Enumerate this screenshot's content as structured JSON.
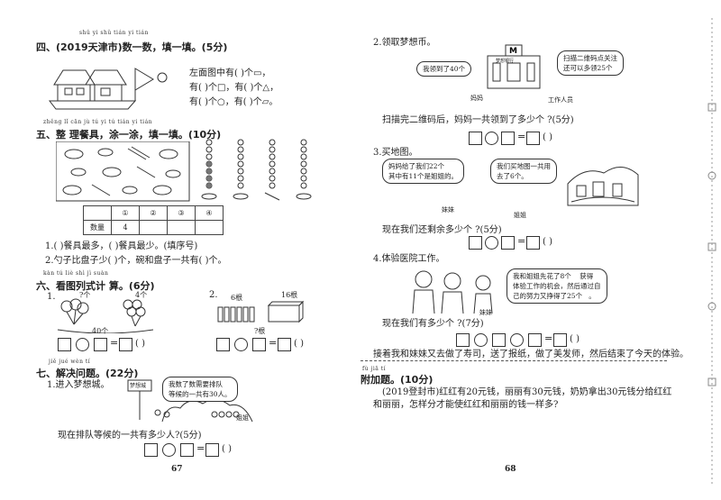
{
  "left": {
    "s4": {
      "pinyin": "shǔ yi shǔ   tián yi tián",
      "title": "四、(2019天津市)数一数，填一填。(5分)",
      "q1": "左面图中有(    )个▭，",
      "q2": "有(    )个□，有(    )个△，",
      "q3": "有(    )个○，有(    )个▱。"
    },
    "s5": {
      "pinyin": "zhěng  lǐ cān jù     tú yi tú   tián yi tián",
      "title": "五、整 理餐具，涂一涂，填一填。(10分)",
      "table_header": [
        "",
        "①",
        "②",
        "③",
        "④"
      ],
      "table_row_label": "数量",
      "table_row_value": "4",
      "q1": "1.(    )餐具最多，(    )餐具最少。(填序号)",
      "q2": "2.勺子比盘子少(    )个，碗和盘子一共有(    )个。"
    },
    "s6": {
      "pinyin": "kàn tú liè shì jì  suàn",
      "title": "六、看图列式计 算。(6分)",
      "p1_num": "1.",
      "p1_top1": "?个",
      "p1_top2": "4个",
      "p1_bottom": "40个",
      "p2_num": "2.",
      "p2_label1": "6根",
      "p2_label2": "16根",
      "p2_q": "?根",
      "paren": "(    )"
    },
    "s7": {
      "pinyin": "jiě jué wèn tí",
      "title": "七、解决问题。(22分)",
      "q1": "1.进入梦想城。",
      "bubble": "我数了数需要排队\n等候的一共有30人。",
      "sign": "梦想城",
      "char_name": "姐姐",
      "question": "现在排队等候的一共有多少人?(5分)",
      "paren": "(    )"
    },
    "page_number": "67"
  },
  "right": {
    "q2": "2.领取梦想币。",
    "bubble1": "我领到了40个",
    "bubble2": "扫描二维码点关注\n还可以多领25个",
    "label_mom": "妈妈",
    "label_staff": "工作人员",
    "bank": "梦想银行",
    "q2_question": "扫描完二维码后，妈妈一共领到了多少个    ?(5分)",
    "q3": "3.买地图。",
    "bubble3": "妈妈给了我们22个\n其中有11个是姐姐的。",
    "bubble4": "我们买地图一共用\n去了6个。",
    "label_sis": "妹妹",
    "label_elder": "姐姐",
    "q3_question": "现在我们还剩余多少个    ?(5分)",
    "q4": "4.体验医院工作。",
    "bubble5": "我和姐姐先花了8个    获得\n体验工作的机会，然后通过自\n己的努力又挣得了25个   。",
    "label_sis2": "妹妹",
    "q4_question": "现在我们有多少个    ?(7分)",
    "story": "接着我和妹妹又去做了寿司，送了报纸，做了美发师，然后结束了今天的体验。",
    "bonus_pinyin": "fù jiā  tí",
    "bonus_title": "附加题。(10分)",
    "bonus_text1": "(2019登封市)红红有20元钱，丽丽有30元钱，奶奶拿出30元钱分给红红",
    "bonus_text2": "和丽丽，怎样分才能使红红和丽丽的钱一样多?",
    "paren": "(    )",
    "page_number": "68"
  }
}
